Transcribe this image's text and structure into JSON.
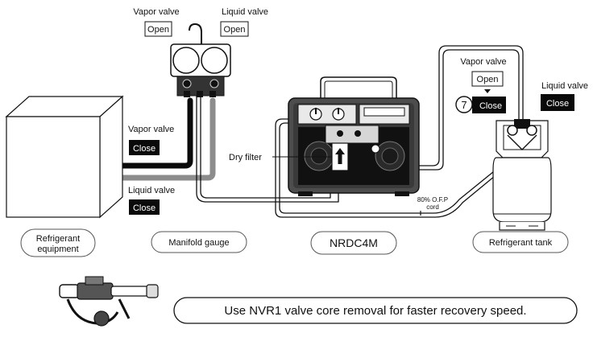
{
  "labels": {
    "manifold_vapor": "Vapor valve",
    "manifold_liquid": "Liquid valve",
    "manifold_vapor_state": "Open",
    "manifold_liquid_state": "Open",
    "equip_vapor": "Vapor valve",
    "equip_vapor_state": "Close",
    "equip_liquid": "Liquid valve",
    "equip_liquid_state": "Close",
    "tank_vapor": "Vapor valve",
    "tank_vapor_state_top": "Open",
    "tank_vapor_state": "Close",
    "tank_step": "7",
    "tank_liquid": "Liquid valve",
    "tank_liquid_state": "Close",
    "dry_filter": "Dry filter",
    "ofp_line1": "80% O.F.P",
    "ofp_line2": "cord"
  },
  "captions": {
    "equipment_line1": "Refrigerant",
    "equipment_line2": "equipment",
    "manifold": "Manifold gauge",
    "unit": "NRDC4M",
    "tank": "Refrigerant tank"
  },
  "tip": "Use NVR1 valve core removal for faster recovery speed.",
  "icons": [
    "hook-icon",
    "gauge-icon",
    "arrow-up-icon",
    "arrow-down-icon",
    "valve-core-tool-icon"
  ],
  "colors": {
    "ink": "#111111",
    "hose_black": "#0a0a0a",
    "hose_gray": "#8c8c8c",
    "label_black": "#0a0a0a"
  }
}
